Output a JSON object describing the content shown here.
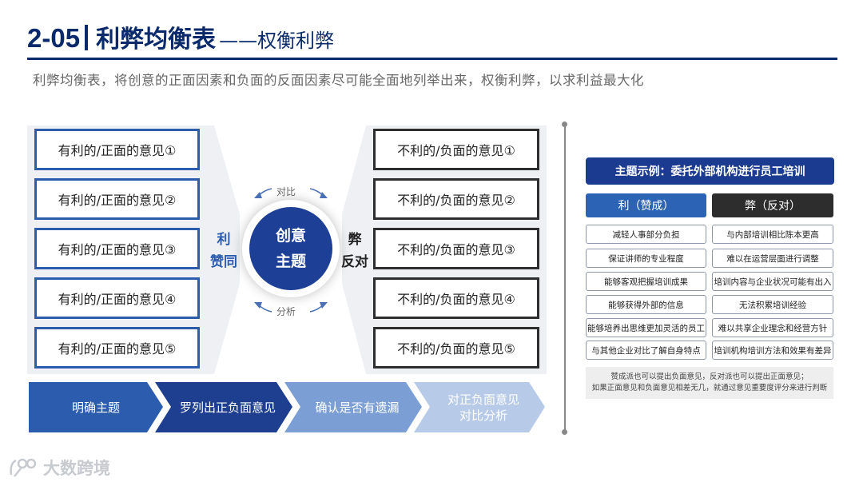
{
  "header": {
    "number": "2-05",
    "title_main": "利弊均衡表",
    "title_sub": "——权衡利弊",
    "subtitle": "利弊均衡表，将创意的正面因素和负面的反面因素尽可能全面地列举出来，权衡利弊，以求利益最大化"
  },
  "diagram": {
    "pros": [
      "有利的/正面的意见①",
      "有利的/正面的意见②",
      "有利的/正面的意见③",
      "有利的/正面的意见④",
      "有利的/正面的意见⑤"
    ],
    "cons": [
      "不利的/负面的意见①",
      "不利的/负面的意见②",
      "不利的/负面的意见③",
      "不利的/负面的意见④",
      "不利的/负面的意见⑤"
    ],
    "pro_label_1": "利",
    "pro_label_2": "赞同",
    "con_label_1": "弊",
    "con_label_2": "反对",
    "center_line1": "创意",
    "center_line2": "主题",
    "compare": "对比",
    "analyze": "分析"
  },
  "steps": [
    {
      "line1": "明确主题",
      "line2": "",
      "color": "#2b5cad"
    },
    {
      "line1": "罗列出正负面意见",
      "line2": "",
      "color": "#1e3f8f"
    },
    {
      "line1": "确认是否有遗漏",
      "line2": "",
      "color": "#7b9fd4"
    },
    {
      "line1": "对正负面意见",
      "line2": "对比分析",
      "color": "#b7cbe8"
    }
  ],
  "example": {
    "title": "主题示例：委托外部机构进行员工培训",
    "pro_header": "利（赞成）",
    "con_header": "弊（反对）",
    "pros": [
      "减轻人事部分负担",
      "保证讲师的专业程度",
      "能够客观把握培训成果",
      "能够获得外部的信息",
      "能够培养出思维更加灵活的员工",
      "与其他企业对比了解自身特点"
    ],
    "cons": [
      "与内部培训相比陈本更高",
      "难以在运营层面进行调整",
      "培训内容与企业状况可能有出入",
      "无法积累培训经验",
      "难以共享企业理念和经营方针",
      "培训机构培训方法和效果有差异"
    ],
    "note_line1": "赞成派也可以提出负面意见，反对派也可以提出正面意见；",
    "note_line2": "如果正面意见和负面意见相差无几，就通过意见重要度评分来进行判断"
  },
  "brand": {
    "logo_text": "大数跨境"
  },
  "colors": {
    "primary": "#0b2a6b",
    "pro": "#2b5cad",
    "con": "#2e2e2e",
    "center": "#1d3f96"
  }
}
